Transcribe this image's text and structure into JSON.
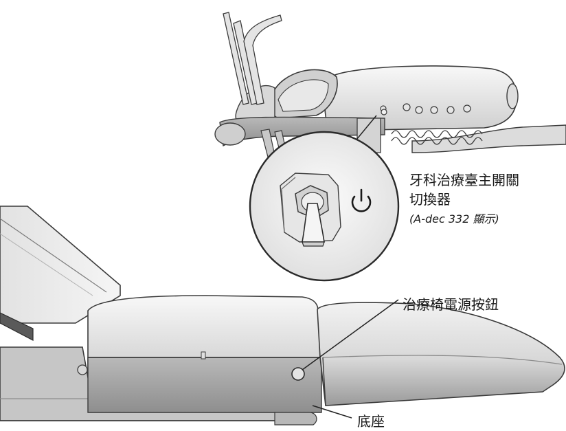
{
  "callouts": {
    "master_switch_line1": "牙科治療臺主開關",
    "master_switch_line2": "切換器",
    "master_switch_note": "(A-dec 332 顯示)",
    "chair_power_button": "治療椅電源按鈕",
    "base": "底座"
  },
  "icons": {
    "power": "power-icon"
  },
  "colors": {
    "outline": "#3a3a3a",
    "body_light": "#ececec",
    "body_mid": "#d6d6d6",
    "body_dark": "#a9a9a9",
    "leader": "#222222"
  }
}
